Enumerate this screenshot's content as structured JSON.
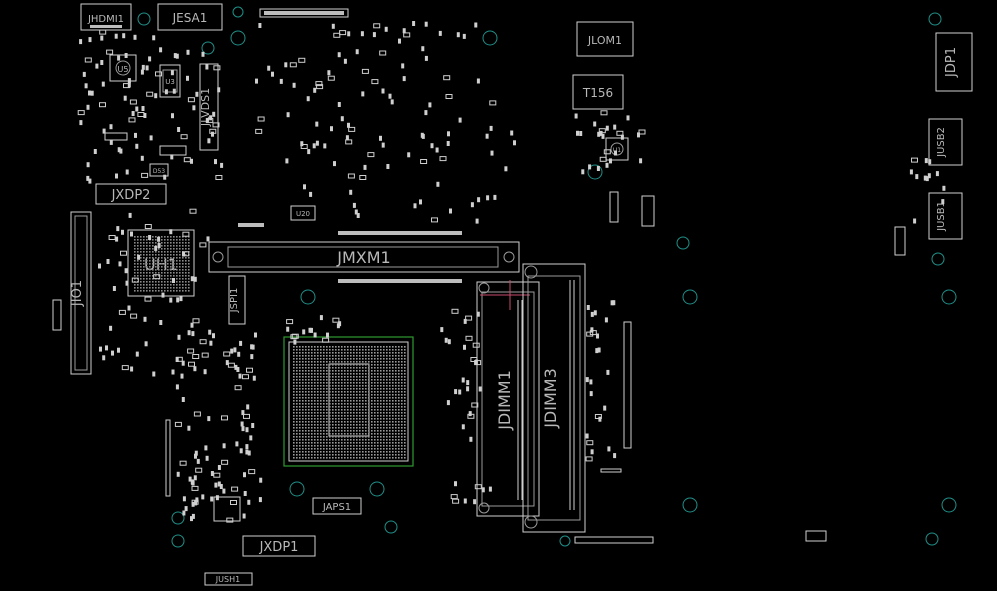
{
  "colors": {
    "background": "#000000",
    "outline": "#cfcfcf",
    "mounting_hole": "#1f8f88",
    "cpu_socket": "#2e9a2e",
    "pad": "#d8d8d8"
  },
  "labels": {
    "jhdmi1": "JHDMI1",
    "jesa1": "JESA1",
    "jlom1": "JLOM1",
    "jdp1": "JDP1",
    "t156": "T156",
    "jusb2": "JUSB2",
    "jusb1": "JUSB1",
    "jlvds1": "JLVDS1",
    "jxdp2": "JXDP2",
    "uh1": "UH1",
    "jio1": "JIO1",
    "jmxm1": "JMXM1",
    "jspi1": "JSPI1",
    "jdimm1": "JDIMM1",
    "jdimm3": "JDIMM3",
    "japs1": "JAPS1",
    "jxdp1": "JXDP1",
    "jush1": "JUSH1",
    "u20": "U20",
    "u5": "U5",
    "u3": "U3",
    "u1": "U1",
    "d53": "D53"
  }
}
